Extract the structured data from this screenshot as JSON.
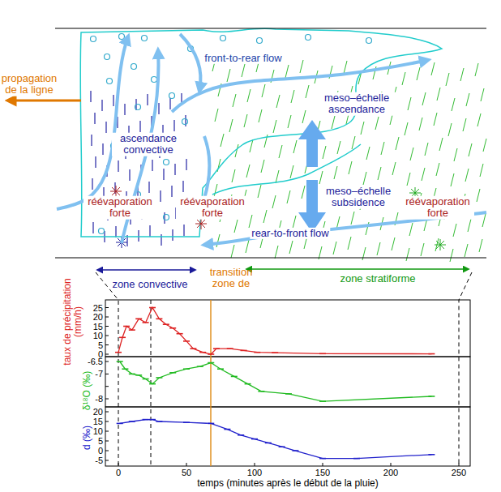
{
  "diagram": {
    "labels": [
      "propagation de la ligne",
      "ascendance convective",
      "front-to-rear flow",
      "meso–échelle ascendance",
      "meso–échelle subsidence",
      "réévaporation forte",
      "réévaporation forte",
      "réévaporation forte",
      "rear-to-front flow",
      "zone convective",
      "transition zone de",
      "zone stratiforme",
      "taux de précipitation (mm/h)",
      "δ¹⁸O (‰)",
      "d (‰)",
      "temps (minutes après le début de la pluie)",
      "25",
      "20",
      "15",
      "10",
      "5",
      "0",
      "-6.5",
      "-7",
      "-8",
      "20",
      "15",
      "10",
      "5",
      "0",
      "-5",
      "0",
      "50",
      "100",
      "150",
      "200",
      "250"
    ]
  }
}
